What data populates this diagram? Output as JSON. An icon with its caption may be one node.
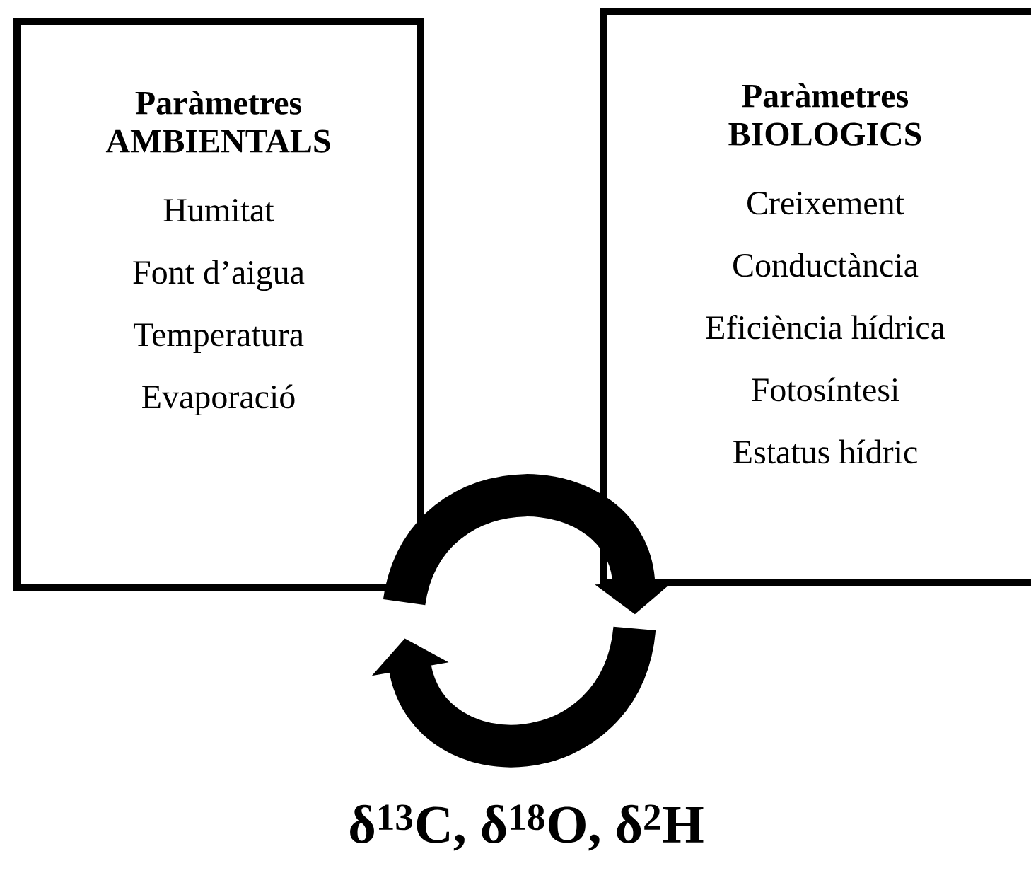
{
  "diagram": {
    "nodes": [
      {
        "text": [
          "Paràmetres AMBIENTALS",
          "Humitat",
          "Font d’aigua",
          "Temperatura",
          "Evaporació"
        ]
      },
      {
        "text": [
          "Paràmetres BIOLOGICS",
          "Creixement",
          "Conductància",
          "Eficiència hídrica",
          "Fotosíntesi",
          "Estatus hídric"
        ]
      }
    ],
    "edges": [
      {
        "from": 0,
        "to": 1,
        "arrow": "to"
      },
      {
        "from": 1,
        "to": 0,
        "arrow": "to"
      }
    ],
    "labels": [
      "δ$^{13}$C, δ$^{18}$O, δ$^{2}$H"
    ]
  }
}
